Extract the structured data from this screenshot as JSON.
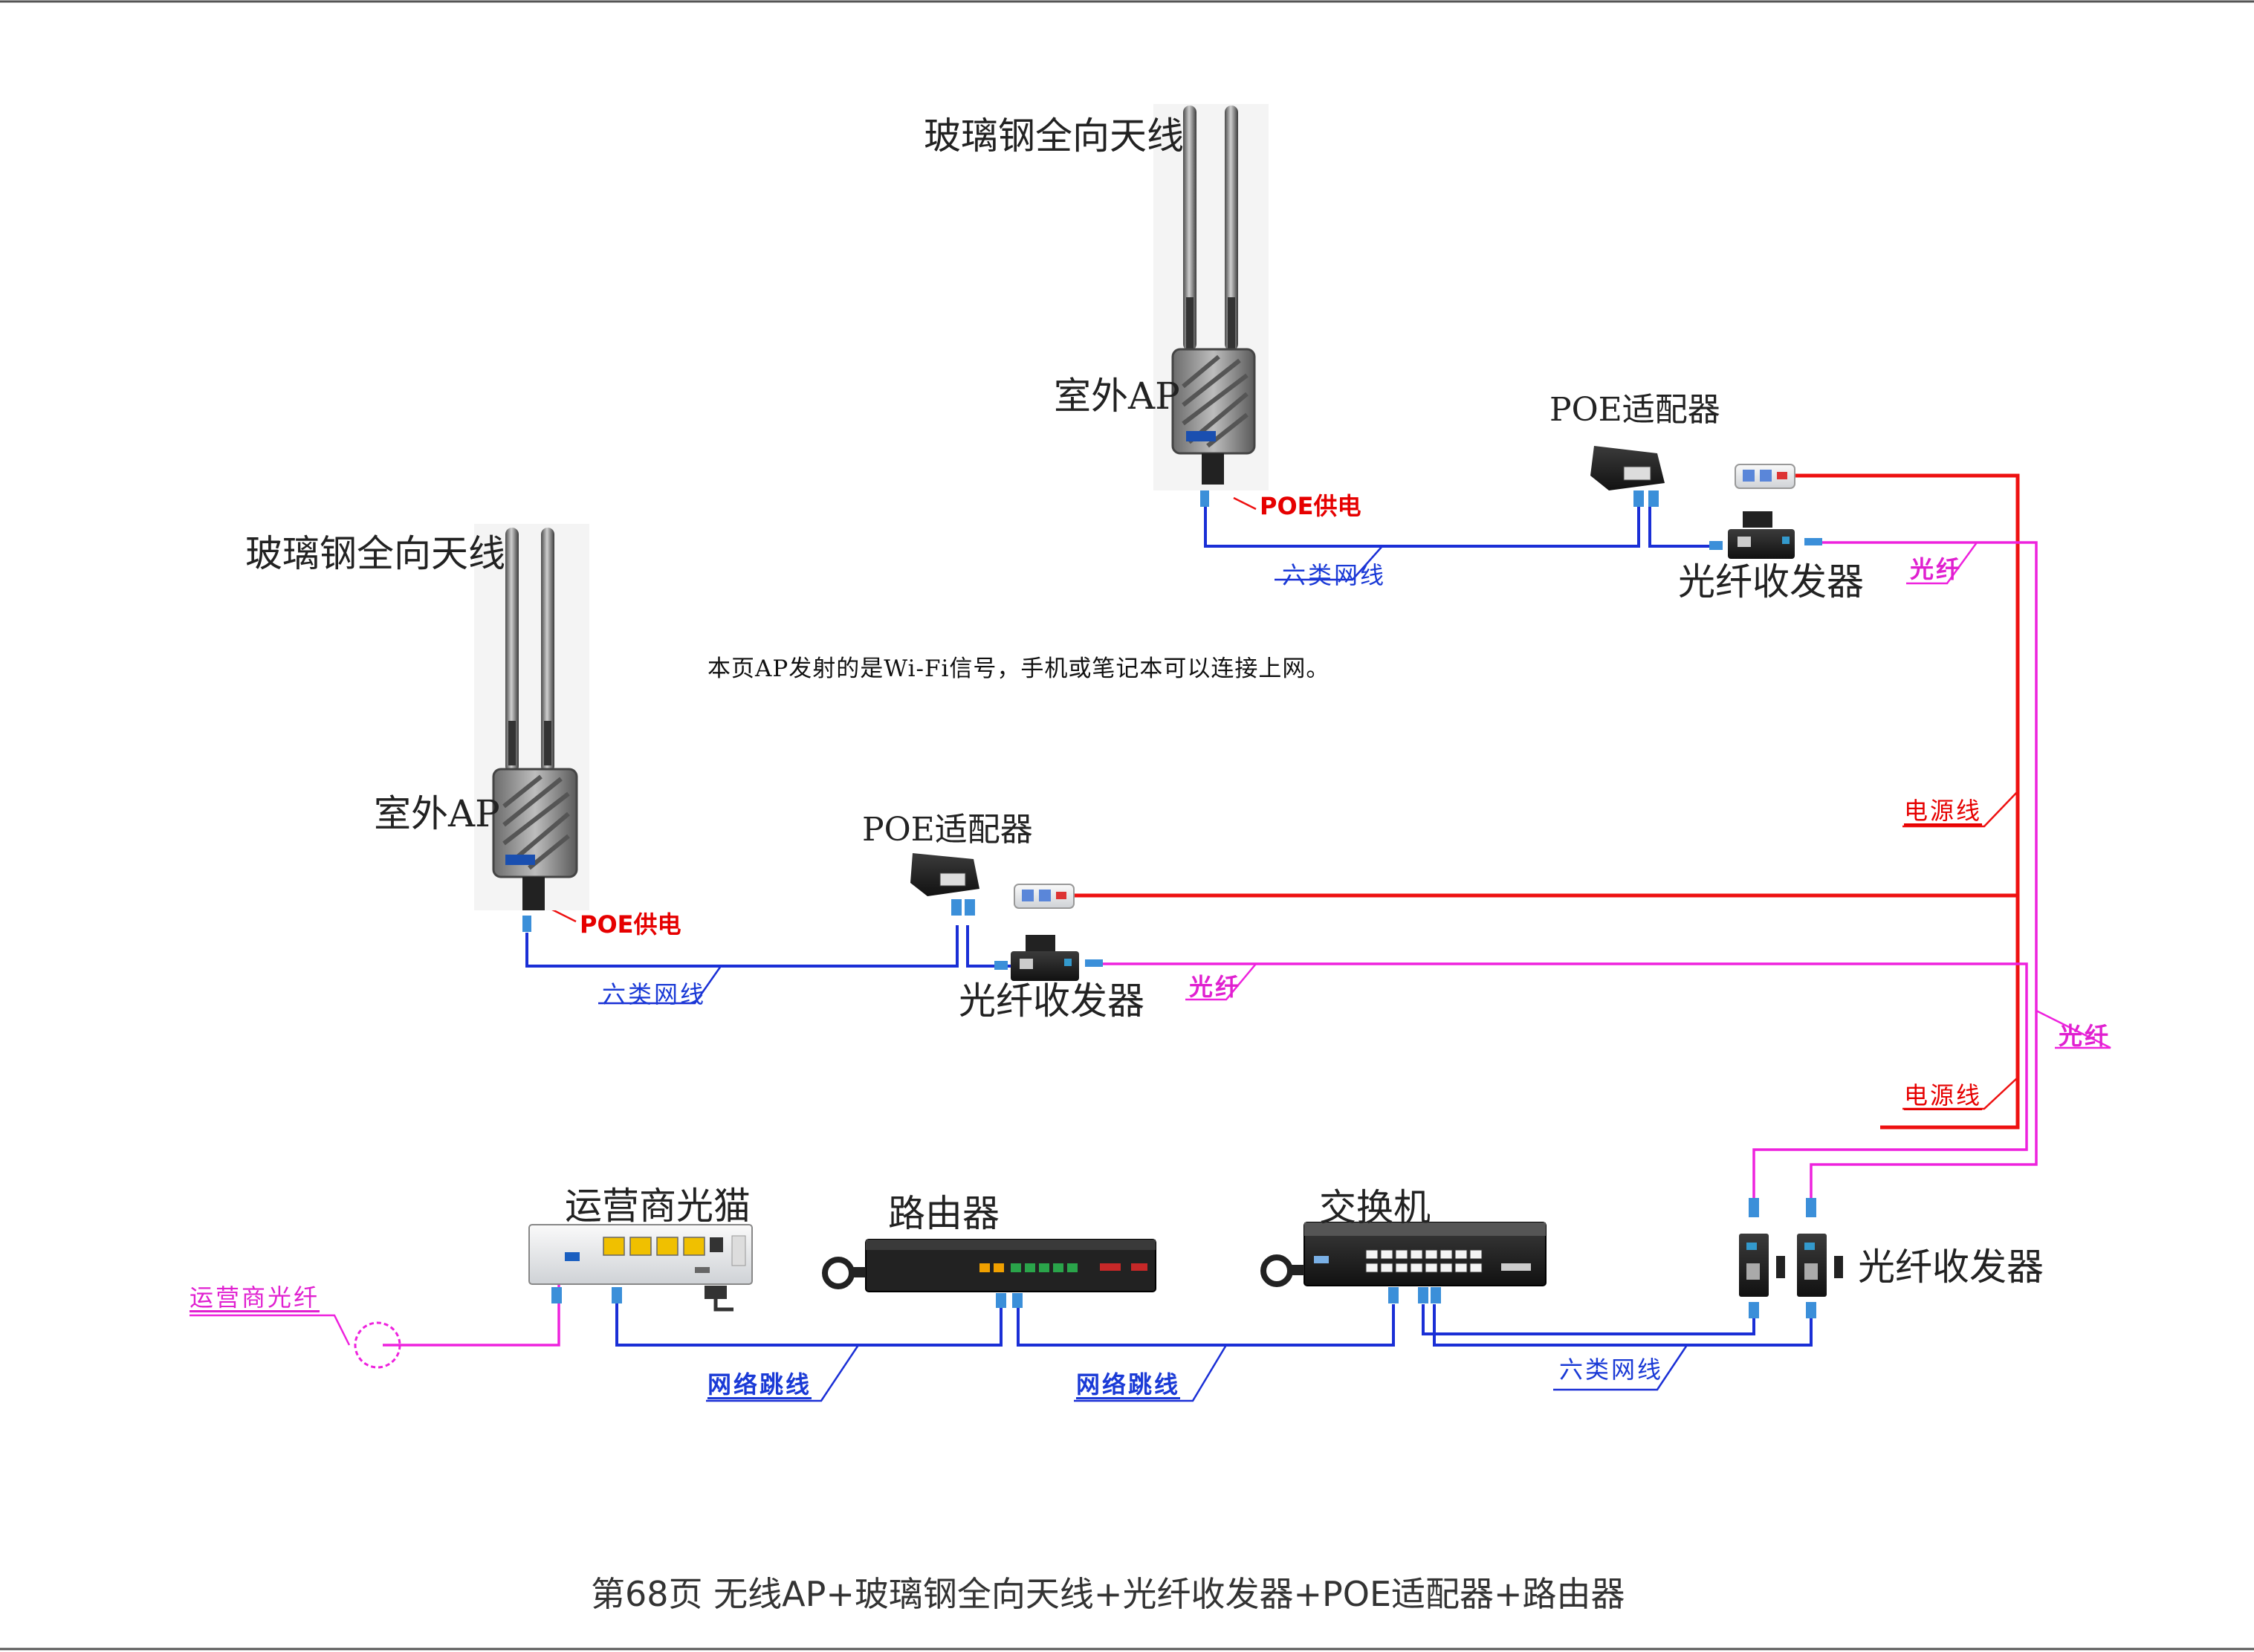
{
  "labels": {
    "antenna_top": "玻璃钢全向天线",
    "antenna_left": "玻璃钢全向天线",
    "ap_top": "室外AP",
    "ap_left": "室外AP",
    "poe_adapter_top": "POE适配器",
    "poe_adapter_left": "POE适配器",
    "poe_supply_top": "POE供电",
    "poe_supply_left": "POE供电",
    "cat6_top": "六类网线",
    "cat6_left": "六类网线",
    "cat6_bottom": "六类网线",
    "media_converter_top": "光纤收发器",
    "media_converter_left": "光纤收发器",
    "media_converter_right": "光纤收发器",
    "fiber_top": "光纤",
    "fiber_left": "光纤",
    "fiber_right": "光纤",
    "power_line_1": "电源线",
    "power_line_2": "电源线",
    "carrier_fiber": "运营商光纤",
    "optical_modem": "运营商光猫",
    "router": "路由器",
    "switch": "交换机",
    "patch_cord_1": "网络跳线",
    "patch_cord_2": "网络跳线"
  },
  "note": "本页AP发射的是Wi-Fi信号，手机或笔记本可以连接上网。",
  "footer": "第68页  无线AP+玻璃钢全向天线+光纤收发器+POE适配器+路由器",
  "colors": {
    "power": "#ee1111",
    "cat6": "#1a2fd6",
    "fiber": "#ee22dd",
    "patch": "#1a2fd6"
  }
}
